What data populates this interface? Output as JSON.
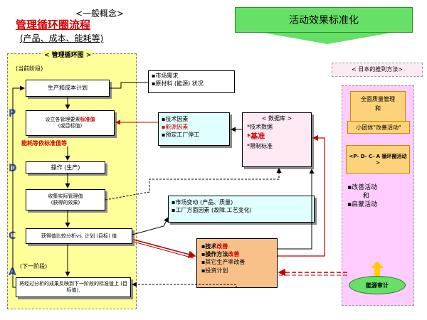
{
  "header": {
    "concept_label": "<一般概念>",
    "title": "管理循环圈流程",
    "subtitle": "(产品、成本、能耗等)"
  },
  "standardization_banner": "活动效果标准化",
  "left_panel": {
    "title": "< 管理循环图 >",
    "current_stage": "(当前阶段)",
    "next_stage": "(下一阶段)",
    "pdca": [
      "P",
      "D",
      "C",
      "A"
    ],
    "steps": {
      "production_plan": "生产和成本计划",
      "set_targets_prefix": "设立各管理要素",
      "set_targets_highlight": "标准值",
      "set_targets_suffix": "(或目标值)",
      "energy_std": "能耗等依标准值等",
      "operation": "操作 (生产)",
      "collect": "收集实际管理值",
      "collect_sub": "(获得的效果)",
      "compare": "获得值比较分析vs. 计划 (目标) 值",
      "feedback": "将经过分析的成果反映到下一阶段的标准值上 (目标值)."
    }
  },
  "market_box": [
    "▪市场需求",
    "▪原材料 (能源) 状况"
  ],
  "factors_box": [
    {
      "text": "▪技术因素",
      "red": false
    },
    {
      "text": "▪能源因素",
      "red": true
    },
    {
      "text": "▪预定工厂停工",
      "red": false
    }
  ],
  "database_box": {
    "title": "< 数据库 >",
    "item1": "*技术数据",
    "item2": "*基准",
    "item3": "*限制标准"
  },
  "change_box": [
    "▪市场变动 (产品、质量)",
    "▪工厂方面因素 (故障,工艺变化)"
  ],
  "improvement_box": [
    {
      "prefix": "▪技术",
      "highlight": "改善"
    },
    {
      "prefix": "▪操作方法",
      "highlight": "改善"
    },
    {
      "prefix": "▪其它生产率改善",
      "highlight": ""
    },
    {
      "prefix": "▪投资计划",
      "highlight": ""
    }
  ],
  "japan_panel": {
    "title": "< 日本的推到方法>",
    "tqm": "全面质量管理",
    "and1": "和",
    "small_group": "小团体\"改善活动\"",
    "pdca_cycle": "<P- D- C- A 循环圈活动>",
    "kaizen": "▪改善活动",
    "and2": "和",
    "enlighten": "▪启蒙活动",
    "audit": "能源审计"
  },
  "colors": {
    "yellow_panel": "#ffff99",
    "pink_panel": "#fde9f4",
    "pink_strip": "#ffccff",
    "orange_box": "#f8c18a",
    "orange_item": "#fcd37a",
    "green_banner": "#66e066",
    "cyan_box": "#e0ffff",
    "red": "#d40000"
  }
}
